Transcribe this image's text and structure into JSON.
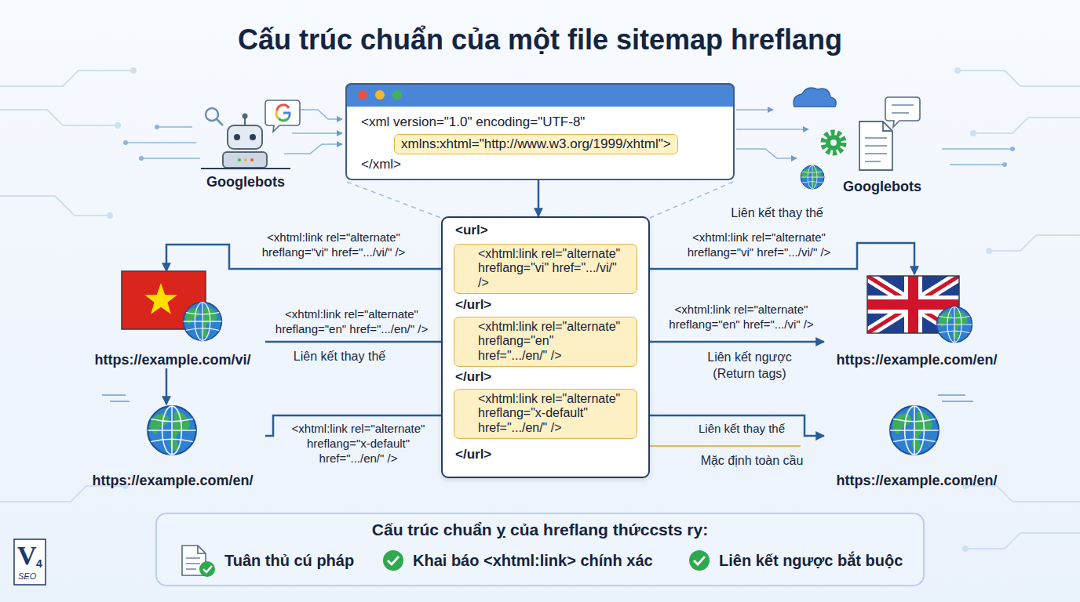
{
  "diagram": {
    "title": "Cấu trúc chuẩn của một file sitemap hreflang",
    "nodes": [
      {
        "text": [
          "<xml version=\"1.0\" encoding=\"UTF-8\"",
          "xmlns:xhtml=\"http://www.w3.org/1999/xhtml\">",
          "</xml>"
        ]
      },
      {
        "text": [
          "Googlebots"
        ]
      },
      {
        "text": [
          "Googlebots"
        ]
      },
      {
        "text": [
          "<url>",
          "</url>",
          "</url>",
          "</url>"
        ]
      },
      {
        "text": [
          "<xhtml:link rel=\"alternate\" hreflang=\"vi\" href=\".../vi/\" />"
        ],
        "in": 3
      },
      {
        "text": [
          "<xhtml:link rel=\"alternate\" hreflang=\"en\" href=\".../en/\" />"
        ],
        "in": 3
      },
      {
        "text": [
          "<xhtml:link rel=\"alternate\" hreflang=\"x-default\" href=\".../en/\" />"
        ],
        "in": 3
      },
      {
        "text": [
          "https://example.com/vi/"
        ]
      },
      {
        "text": [
          "https://example.com/en/"
        ]
      },
      {
        "text": [
          "https://example.com/en/"
        ]
      },
      {
        "text": [
          "https://example.com/en/"
        ]
      },
      {
        "text": [
          "Cấu trúc chuẩn ỵ của hreflang thứccsts ry:"
        ]
      },
      {
        "text": [
          "Tuân thủ cú pháp"
        ],
        "in": 11
      },
      {
        "text": [
          "Khai báo <xhtml:link> chính xác"
        ],
        "in": 11
      },
      {
        "text": [
          "Liên kết ngược bắt buộc"
        ],
        "in": 11
      }
    ],
    "edges": [
      {
        "from": 0,
        "to": 3,
        "arrow": "to"
      },
      {
        "from": 4,
        "to": 7,
        "label": "<xhtml:link rel=\"alternate\" hreflang=\"vi\" href=\".../vi/\" />",
        "arrow": "to"
      },
      {
        "from": 7,
        "to": 5,
        "label": "<xhtml:link rel=\"alternate\" hreflang=\"en\" href=\".../en/\" />",
        "arrow": "to"
      },
      {
        "from": 7,
        "to": 8,
        "arrow": "to"
      },
      {
        "from": 8,
        "to": 6,
        "label": "<xhtml:link rel=\"alternate\" hreflang=\"x-default\" href=\".../en/\" />",
        "arrow": "to"
      },
      {
        "from": 9,
        "to": 4,
        "label": "<xhtml:link rel=\"alternate\" hreflang=\"vi\" href=\".../vi/\" />",
        "arrow": "both"
      },
      {
        "from": 5,
        "to": 9,
        "label": "<xhtml:link rel=\"alternate\" hreflang=\"en\" href=\".../vi\" />",
        "arrow": "both"
      },
      {
        "from": 6,
        "to": 10,
        "label": "Liên kết thay thế",
        "arrow": "to"
      }
    ],
    "labels": [
      "Liên kết thay thế",
      "Liên kết thay thế",
      "Liên kết ngược (Return tags)",
      "Mặc định toàn cầu",
      "V",
      "4",
      "SEO"
    ]
  }
}
